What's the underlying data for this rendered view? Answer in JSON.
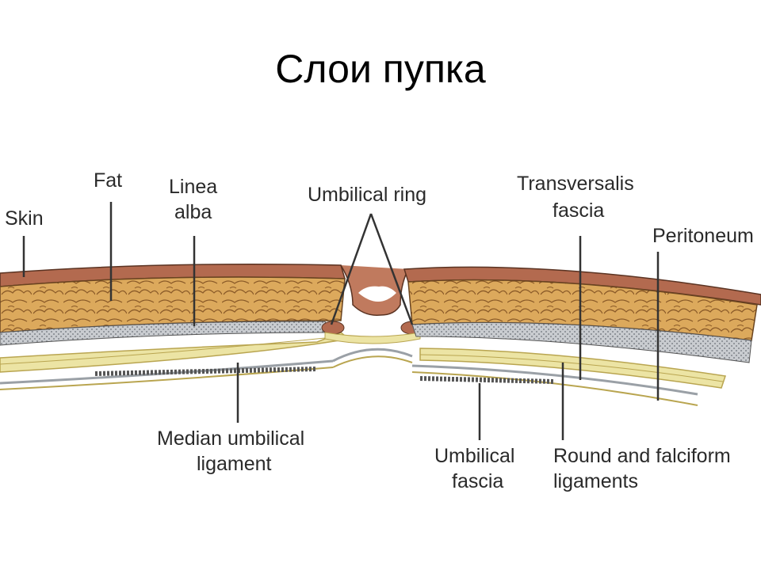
{
  "title": "Слои пупка",
  "labels": {
    "skin": "Skin",
    "fat": "Fat",
    "linea_alba_1": "Linea",
    "linea_alba_2": "alba",
    "umbilical_ring": "Umbilical ring",
    "transversalis_1": "Transversalis",
    "transversalis_2": "fascia",
    "peritoneum": "Peritoneum",
    "median_1": "Median umbilical",
    "median_2": "ligament",
    "umbilical_fascia_1": "Umbilical",
    "umbilical_fascia_2": "fascia",
    "round_1": "Round and falciform",
    "round_2": "ligaments"
  },
  "colors": {
    "skin": "#b36a4f",
    "fat": "#d9a75a",
    "fat_outline": "#8a5a28",
    "linea_alba": "#c9ccd0",
    "ligament": "#ece4a4",
    "ligament_line": "#b9a550",
    "fascia_gray": "#9aa0a6",
    "leader": "#333333"
  }
}
